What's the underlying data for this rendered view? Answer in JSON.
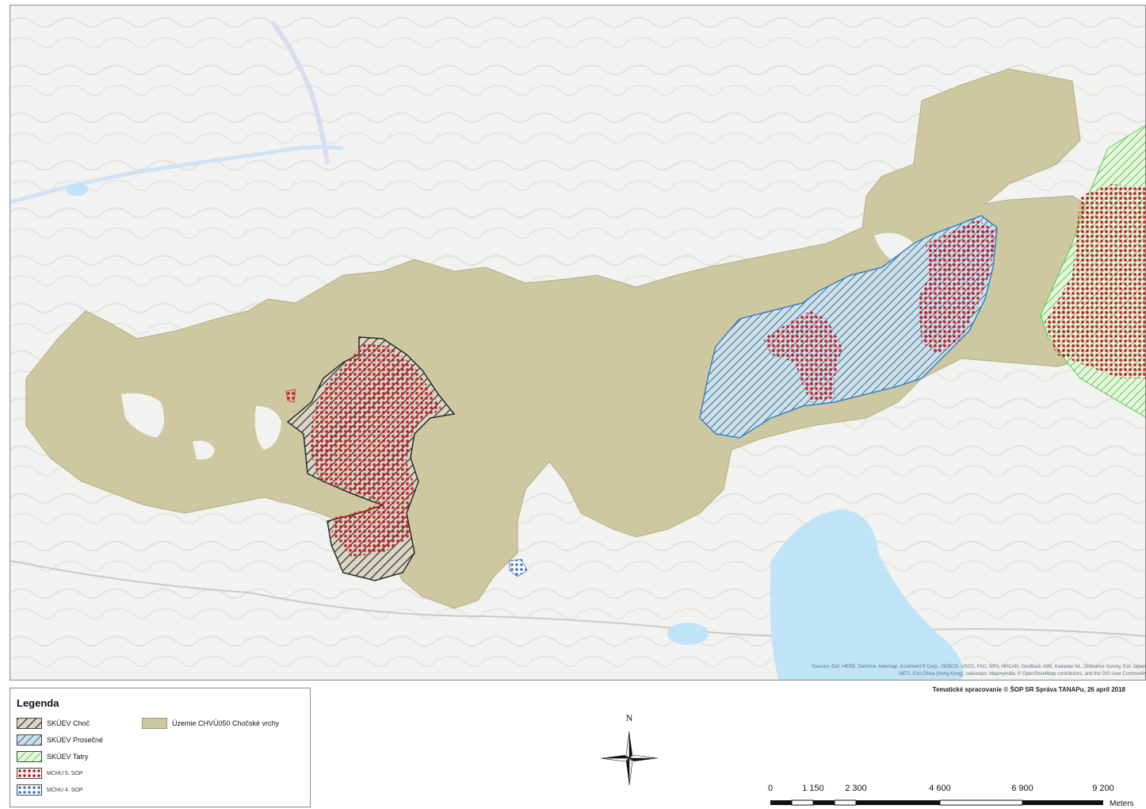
{
  "map": {
    "attribution_line1": "Sources: Esri, HERE, Delorme, Intermap, increment P Corp., GEBCO, USGS, FAO, NPS, NRCAN, GeoBase, IGN, Kadaster NL, Ordnance Survey, Esri Japan,",
    "attribution_line2": "METI, Esri China (Hong Kong), swisstopo, Mapmyindia, © OpenStreetMap contributors, and the GIS User Community",
    "credit": "Tematické spracovanie © ŠOP SR Správa TANAPu, 26 april 2018",
    "colors": {
      "chvu_fill": "#cdc8a0",
      "chvu_border": "#b3ad83",
      "skuev_choc": "#2a2a2a",
      "skuev_prosecne": "#3b7fc4",
      "skuev_tatry": "#58c94a",
      "mchu_5": "#c8202a",
      "mchu_4": "#3f78c8",
      "water": "#bfe3f7"
    }
  },
  "legend": {
    "title": "Legenda",
    "items": [
      {
        "label": "SKÚEV Choč",
        "pattern": "black-hatch"
      },
      {
        "label": "SKÚEV Prosečné",
        "pattern": "blue-hatch"
      },
      {
        "label": "SKÚEV Tatry",
        "pattern": "green-hatch"
      },
      {
        "label": "MCHU 5. SOP",
        "pattern": "red-dots"
      },
      {
        "label": "MCHU 4. SOP",
        "pattern": "blue-dots"
      },
      {
        "label": "Územie CHVÚ050 Chočské vrchy",
        "pattern": "khaki-fill"
      }
    ]
  },
  "north_arrow": {
    "label": "N"
  },
  "scale_bar": {
    "ticks": [
      "0",
      "1 150",
      "2 300",
      "4 600",
      "6 900",
      "9 200"
    ],
    "unit": "Meters"
  }
}
